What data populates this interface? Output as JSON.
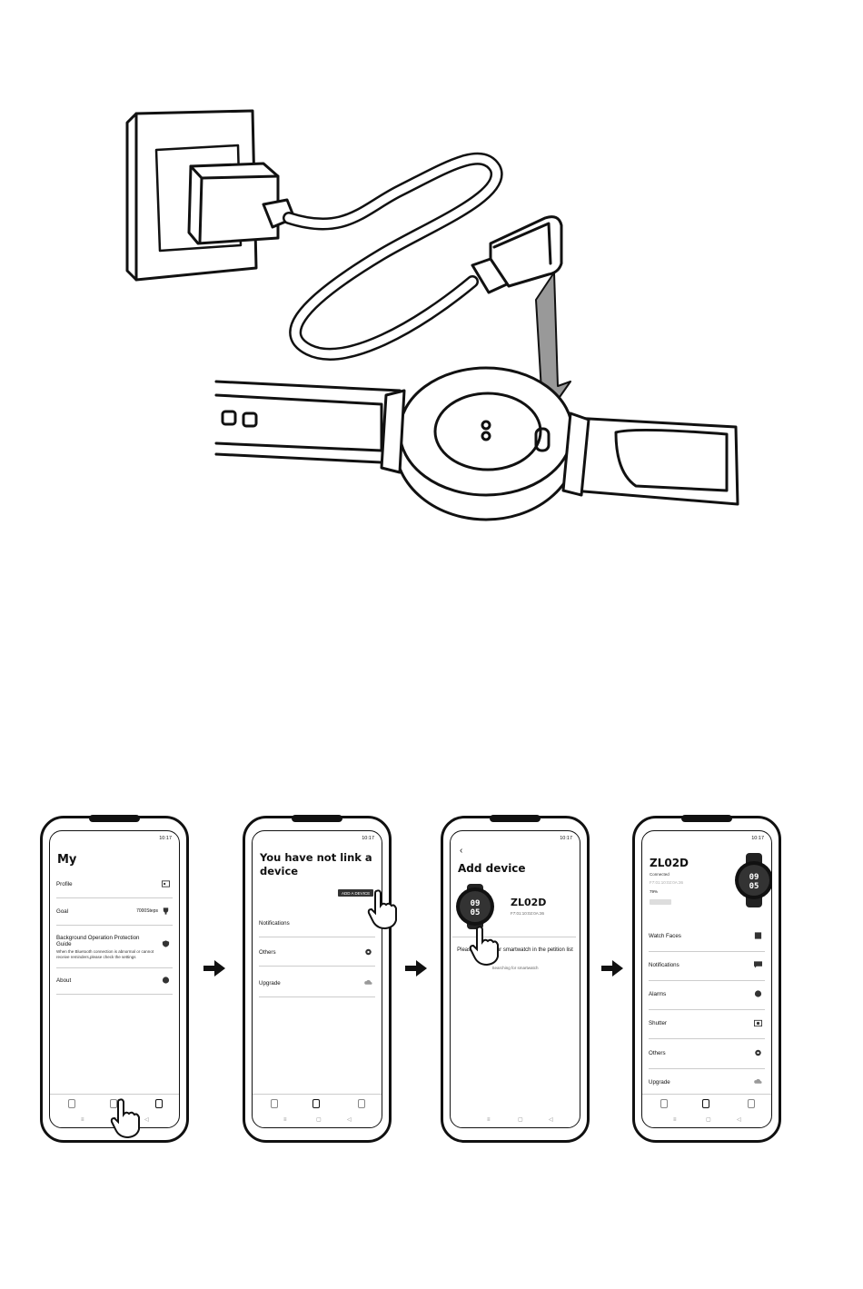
{
  "phones": [
    {
      "time": "10:17",
      "title": "My",
      "rows": [
        {
          "label": "Profile"
        },
        {
          "label": "Goal",
          "value": "7000Steps"
        },
        {
          "label": "Background Operation Protection Guide",
          "desc": "When the Bluetooth connection is abnormal or cannot receive reminders,please check the settings"
        },
        {
          "label": "About"
        }
      ]
    },
    {
      "time": "10:17",
      "title": "You have not link a device",
      "button": "ADD A DEVICE",
      "rows": [
        {
          "label": "Notifications"
        },
        {
          "label": "Others"
        },
        {
          "label": "Upgrade"
        }
      ]
    },
    {
      "time": "10:17",
      "title": "Add device",
      "device_name": "ZL02D",
      "device_mac": "F7:01:10:02:0A:36",
      "prompt": "Please select your smartwatch in the petition list",
      "searching": "Searching for smartwatch"
    },
    {
      "time": "10:17",
      "title": "ZL02D",
      "status": "Connected",
      "mac": "F7:01:10:02:0A:36",
      "battery": "79%",
      "rows": [
        {
          "label": "Watch Faces"
        },
        {
          "label": "Notifications"
        },
        {
          "label": "Alarms"
        },
        {
          "label": "Shutter"
        },
        {
          "label": "Others"
        },
        {
          "label": "Upgrade"
        }
      ]
    }
  ],
  "watch_face": {
    "time_h": "09",
    "time_m": "05"
  }
}
